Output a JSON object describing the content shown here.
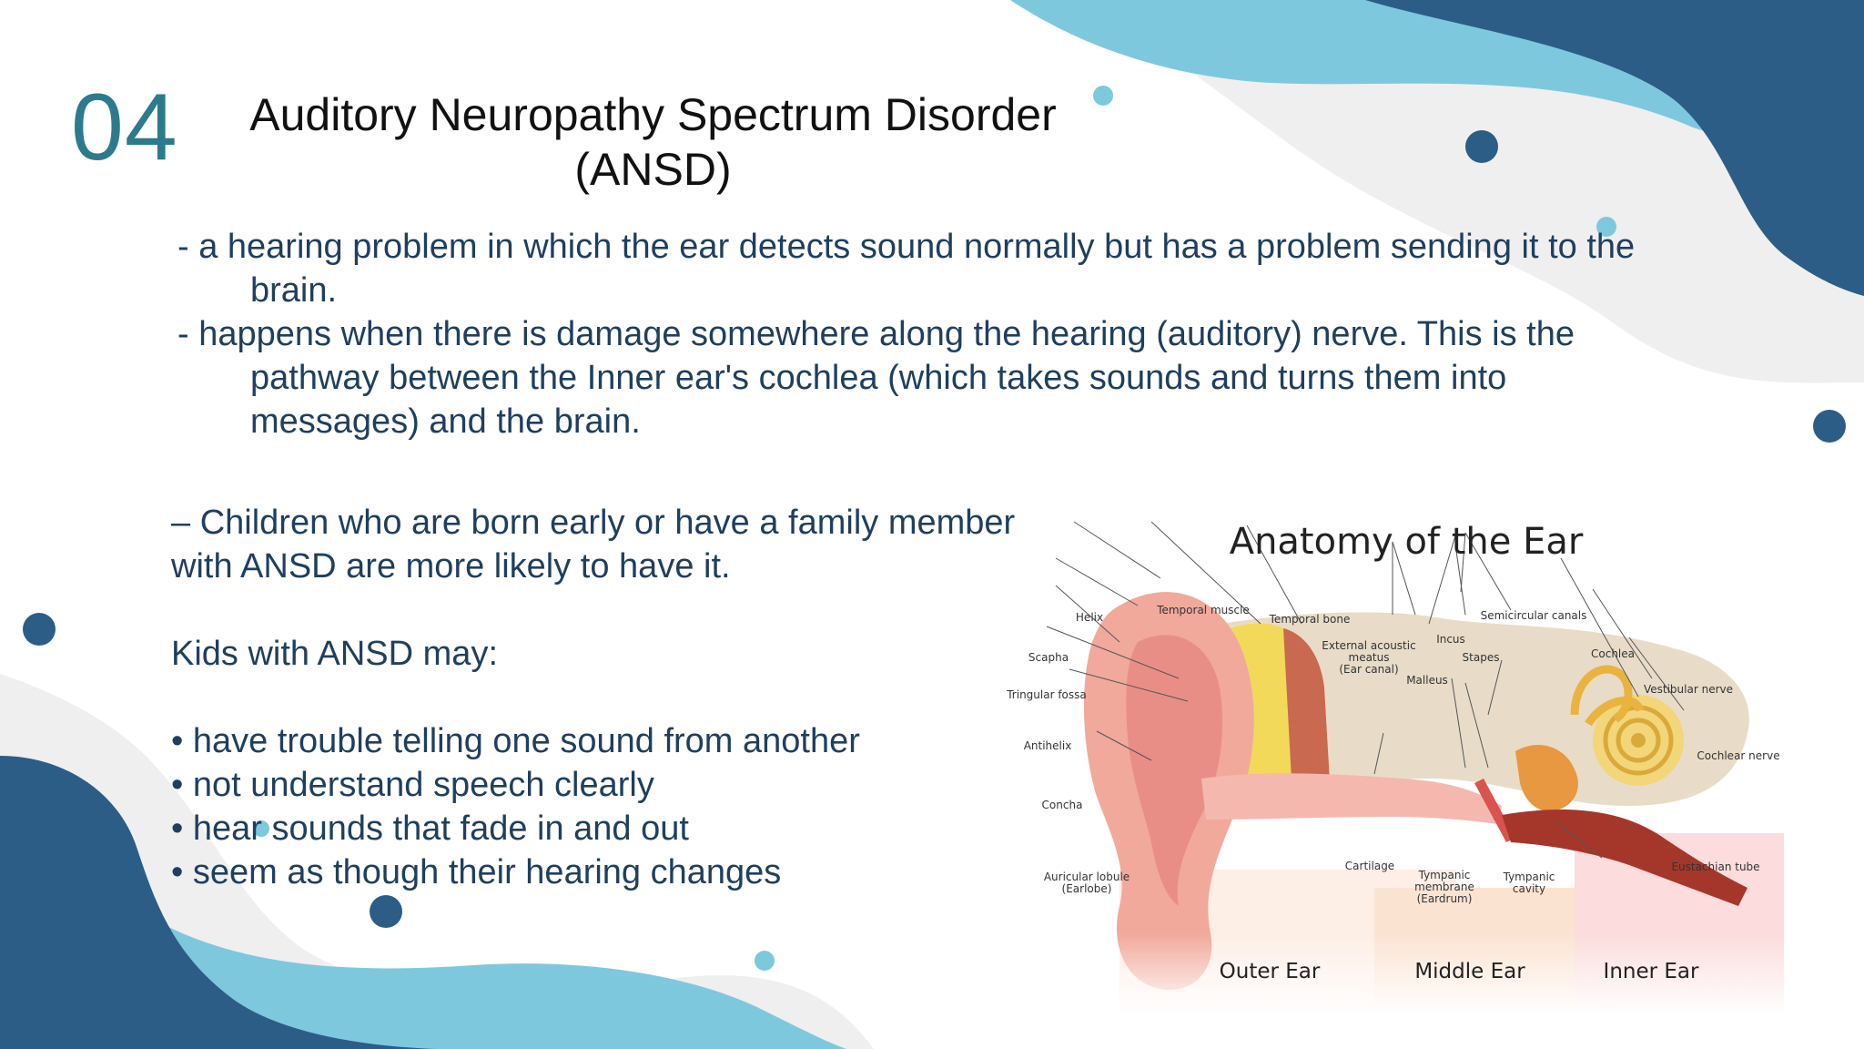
{
  "slide": {
    "number": "04",
    "title_line1": "Auditory Neuropathy Spectrum Disorder",
    "title_line2": "(ANSD)"
  },
  "definition": {
    "p1_line1": "- a hearing problem in which the ear detects sound normally but has a problem sending it to the",
    "p1_line2": "brain.",
    "p2_line1": "- happens when there is damage somewhere along the hearing (auditory) nerve. This is the",
    "p2_line2": "pathway between the Inner ear's cochlea (which takes sounds and  turns them into",
    "p2_line3": "messages) and the brain."
  },
  "risk": {
    "line1": "–  Children who are born early or have a family member",
    "line2": "with ANSD are more likely to have it."
  },
  "symptoms": {
    "heading": "Kids with ANSD may:",
    "items": [
      "• have trouble telling one sound from another",
      "• not understand speech clearly",
      "• hear sounds that fade in and out",
      "• seem as though their hearing changes"
    ]
  },
  "figure": {
    "title": "Anatomy of the Ear",
    "labels": {
      "helix": "Helix",
      "temporal_muscle": "Temporal muscle",
      "temporal_bone": "Temporal bone",
      "semicircular_canals": "Semicircular canals",
      "scapha": "Scapha",
      "external_meatus_1": "External acoustic",
      "external_meatus_2": "meatus",
      "external_meatus_3": "(Ear canal)",
      "incus": "Incus",
      "stapes": "Stapes",
      "cochlea": "Cochlea",
      "triangular_fossa": "Tringular fossa",
      "malleus": "Malleus",
      "vestibular_nerve": "Vestibular nerve",
      "antihelix": "Antihelix",
      "cochlear_nerve": "Cochlear nerve",
      "concha": "Concha",
      "cartilage": "Cartilage",
      "eustachian_tube": "Eustachian tube",
      "lobule_1": "Auricular lobule",
      "lobule_2": "(Earlobe)",
      "tympanic_membrane_1": "Tympanic",
      "tympanic_membrane_2": "membrane",
      "tympanic_membrane_3": "(Eardrum)",
      "tympanic_cavity_1": "Tympanic",
      "tympanic_cavity_2": "cavity"
    },
    "sections": [
      "Outer Ear",
      "Middle Ear",
      "Inner Ear"
    ]
  },
  "colors": {
    "dark_blue": "#2b5d86",
    "light_blue": "#7ec8de",
    "pale_gray": "#efefef",
    "number_teal": "#2c7a8e",
    "text_navy": "#1f3f5e"
  }
}
